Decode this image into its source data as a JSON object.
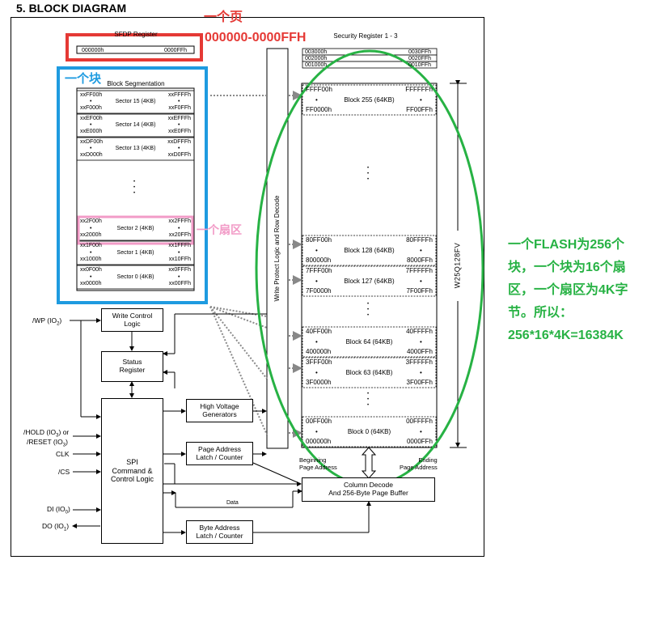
{
  "title": "5.    BLOCK DIAGRAM",
  "annotations": {
    "page": "一个页",
    "page_range": "000000-0000FFH",
    "block": "一个块",
    "sector": "一个扇区",
    "summary_lines": [
      "一个FLASH为256个",
      "块，一个块为16个扇",
      "区，一个扇区为4K字",
      "节。所以：",
      "256*16*4K=16384K"
    ],
    "colors": {
      "red": "#e53935",
      "blue": "#1e9be0",
      "pink": "#f29bc7",
      "green": "#27b244"
    }
  },
  "sfdp": {
    "label": "SFDP Register",
    "start": "000000h",
    "end": "0000FFh"
  },
  "security": {
    "label": "Security Register 1 - 3",
    "rows": [
      {
        "start": "003000h",
        "end": "0030FFh"
      },
      {
        "start": "002000h",
        "end": "0020FFh"
      },
      {
        "start": "001000h",
        "end": "0010FFh"
      }
    ]
  },
  "block_segmentation": {
    "label": "Block Segmentation",
    "dots": "•",
    "vdots": "•\n•\n•",
    "sectors": [
      {
        "top_left": "xxFF00h",
        "top_right": "xxFFFFh",
        "name": "Sector 15 (4KB)",
        "bottom_left": "xxF000h",
        "bottom_right": "xxF0FFh"
      },
      {
        "top_left": "xxEF00h",
        "top_right": "xxEFFFh",
        "name": "Sector 14 (4KB)",
        "bottom_left": "xxE000h",
        "bottom_right": "xxE0FFh"
      },
      {
        "top_left": "xxDF00h",
        "top_right": "xxDFFFh",
        "name": "Sector 13 (4KB)",
        "bottom_left": "xxD000h",
        "bottom_right": "xxD0FFh"
      },
      {
        "top_left": "xx2F00h",
        "top_right": "xx2FFFh",
        "name": "Sector 2 (4KB)",
        "bottom_left": "xx2000h",
        "bottom_right": "xx20FFh"
      },
      {
        "top_left": "xx1F00h",
        "top_right": "xx1FFFh",
        "name": "Sector 1 (4KB)",
        "bottom_left": "xx1000h",
        "bottom_right": "xx10FFh"
      },
      {
        "top_left": "xx0F00h",
        "top_right": "xx0FFFh",
        "name": "Sector 0 (4KB)",
        "bottom_left": "xx0000h",
        "bottom_right": "xx00FFh"
      }
    ]
  },
  "memory_blocks": [
    {
      "top_left": "FFFF00h",
      "top_right": "FFFFFFh",
      "name": "Block 255 (64KB)",
      "bottom_left": "FF0000h",
      "bottom_right": "FF00FFh"
    },
    {
      "top_left": "80FF00h",
      "top_right": "80FFFFh",
      "name": "Block 128 (64KB)",
      "bottom_left": "800000h",
      "bottom_right": "8000FFh"
    },
    {
      "top_left": "7FFF00h",
      "top_right": "7FFFFFh",
      "name": "Block 127 (64KB)",
      "bottom_left": "7F0000h",
      "bottom_right": "7F00FFh"
    },
    {
      "top_left": "40FF00h",
      "top_right": "40FFFFh",
      "name": "Block 64 (64KB)",
      "bottom_left": "400000h",
      "bottom_right": "4000FFh"
    },
    {
      "top_left": "3FFF00h",
      "top_right": "3FFFFFh",
      "name": "Block 63 (64KB)",
      "bottom_left": "3F0000h",
      "bottom_right": "3F00FFh"
    },
    {
      "top_left": "00FF00h",
      "top_right": "00FFFFh",
      "name": "Block 0 (64KB)",
      "bottom_left": "000000h",
      "bottom_right": "0000FFh"
    }
  ],
  "decode_label": "Write Protect Logic and Row Decode",
  "chip_label": "W25Q128FV",
  "beginning_label": "Beginning\nPage Address",
  "ending_label": "Ending\nPage Address",
  "column_decode": "Column Decode\nAnd 256-Byte Page Buffer",
  "write_control": "Write Control\nLogic",
  "status_register": "Status\nRegister",
  "high_voltage": "High Voltage\nGenerators",
  "page_address_latch": "Page Address\nLatch / Counter",
  "byte_address_latch": "Byte Address\nLatch / Counter",
  "spi_block": "SPI\nCommand &\nControl Logic",
  "data_label": "Data",
  "pins": [
    {
      "name": "/WP (IO",
      "sub": "2",
      "close": ")"
    },
    {
      "name": "/HOLD (IO",
      "sub": "3",
      "close": ") or"
    },
    {
      "name": "/RESET (IO",
      "sub": "3",
      "close": ")"
    },
    {
      "name": "CLK",
      "sub": "",
      "close": ""
    },
    {
      "name": "/CS",
      "sub": "",
      "close": ""
    },
    {
      "name": "DI (IO",
      "sub": "0",
      "close": ")"
    },
    {
      "name": "DO (IO",
      "sub": "1",
      "close": ")"
    }
  ]
}
